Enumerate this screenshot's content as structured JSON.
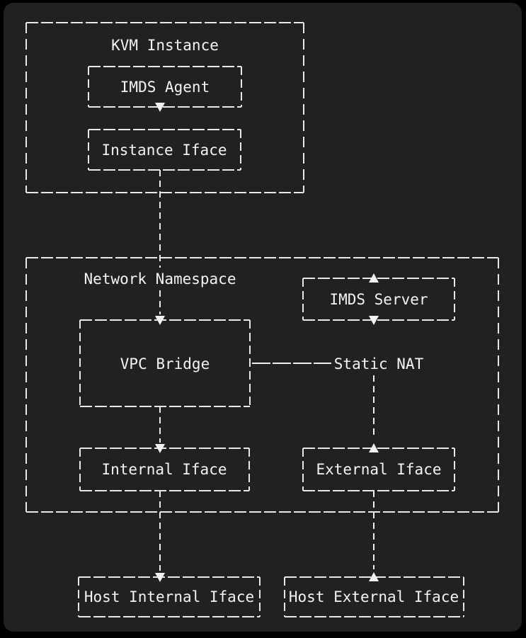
{
  "colors": {
    "page_background": "#000000",
    "card_background": "#212123",
    "line": "#e9e9e7",
    "text": "#f4f4f2"
  },
  "nodes": {
    "kvm_instance": {
      "label": "KVM Instance"
    },
    "imds_agent": {
      "label": "IMDS Agent"
    },
    "instance_iface": {
      "label": "Instance Iface"
    },
    "network_namespace": {
      "label": "Network Namespace"
    },
    "imds_server": {
      "label": "IMDS Server"
    },
    "vpc_bridge": {
      "label": "VPC Bridge"
    },
    "static_nat": {
      "label": "Static NAT"
    },
    "internal_iface": {
      "label": "Internal Iface"
    },
    "external_iface": {
      "label": "External Iface"
    },
    "host_internal_iface": {
      "label": "Host Internal Iface"
    },
    "host_external_iface": {
      "label": "Host External Iface"
    }
  },
  "edges": [
    {
      "from": "imds_agent",
      "to": "instance_iface",
      "direction": "down"
    },
    {
      "from": "instance_iface",
      "to": "vpc_bridge",
      "direction": "down"
    },
    {
      "from": "vpc_bridge",
      "to": "static_nat",
      "direction": "right"
    },
    {
      "from": "static_nat",
      "to": "imds_server",
      "direction": "up-down"
    },
    {
      "from": "vpc_bridge",
      "to": "internal_iface",
      "direction": "down"
    },
    {
      "from": "external_iface",
      "to": "static_nat",
      "direction": "up"
    },
    {
      "from": "internal_iface",
      "to": "host_internal_iface",
      "direction": "down"
    },
    {
      "from": "host_external_iface",
      "to": "external_iface",
      "direction": "up"
    }
  ]
}
